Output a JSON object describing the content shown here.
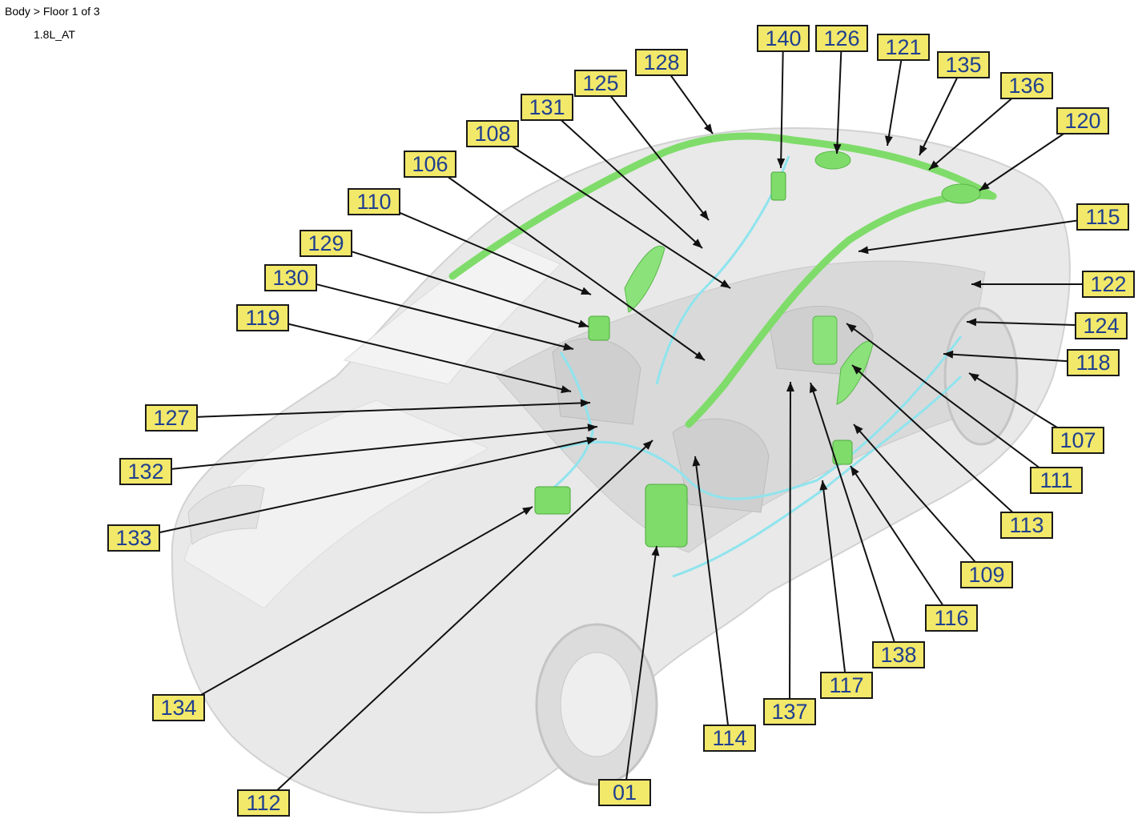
{
  "header": {
    "breadcrumb": "Body > Floor 1 of 3",
    "variant": "1.8L_AT"
  },
  "colors": {
    "callout_fill": "#f2e86a",
    "callout_text": "#1f3f8f",
    "harness_green": "#7fdc6a",
    "harness_cyan": "#8fe4ee",
    "body_gray": "#e6e6e6"
  },
  "callouts": [
    "140",
    "126",
    "121",
    "135",
    "136",
    "120",
    "128",
    "125",
    "131",
    "108",
    "106",
    "110",
    "129",
    "130",
    "119",
    "127",
    "132",
    "133",
    "134",
    "112",
    "01",
    "114",
    "137",
    "117",
    "138",
    "116",
    "109",
    "113",
    "111",
    "107",
    "118",
    "124",
    "122",
    "115"
  ]
}
